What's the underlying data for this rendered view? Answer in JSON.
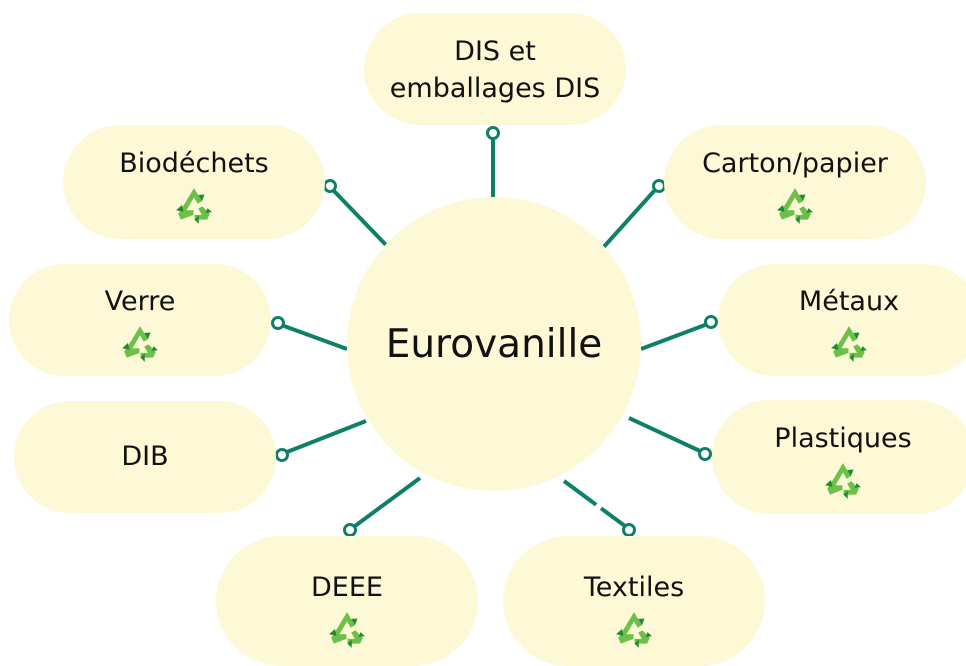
{
  "diagram": {
    "center_label": "Eurovanille",
    "colors": {
      "node_fill": "#fdf8d5",
      "connector": "#0f7f6a",
      "recycle_light": "#6cc04a",
      "recycle_dark": "#1f8a2e"
    },
    "nodes": [
      {
        "label": "DIS et",
        "label2": "emballages DIS",
        "has_recycle_icon": false
      },
      {
        "label": "Carton/papier",
        "has_recycle_icon": true
      },
      {
        "label": "Métaux",
        "has_recycle_icon": true
      },
      {
        "label": "Plastiques",
        "has_recycle_icon": true
      },
      {
        "label": "Textiles",
        "has_recycle_icon": true
      },
      {
        "label": "DEEE",
        "has_recycle_icon": true
      },
      {
        "label": "DIB",
        "has_recycle_icon": false
      },
      {
        "label": "Verre",
        "has_recycle_icon": true
      },
      {
        "label": "Biodéchets",
        "has_recycle_icon": true
      }
    ],
    "icon": "recycle-icon"
  }
}
